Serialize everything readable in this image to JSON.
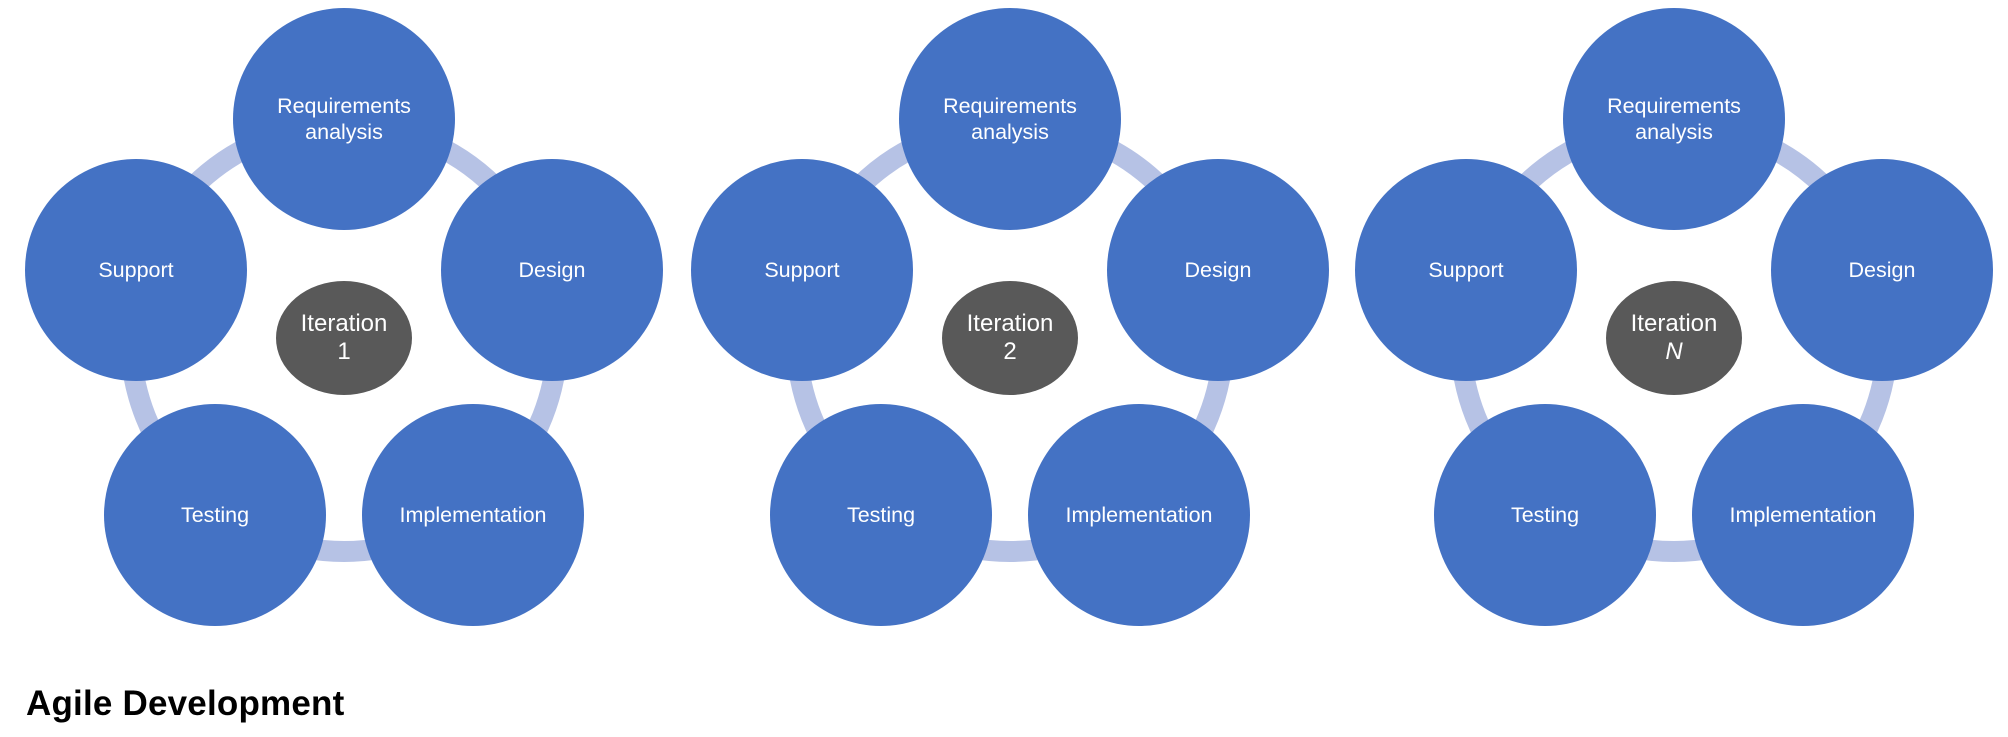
{
  "title": {
    "text": "Agile Development"
  },
  "colors": {
    "page_background": "#ffffff",
    "node_fill": "#4472c4",
    "ring": "#b6c2e5",
    "center_fill": "#595959",
    "label_text": "#ffffff",
    "title_text": "#000000"
  },
  "diagrams": [
    {
      "name": "iteration-1",
      "center": {
        "line1": "Iteration",
        "line2": "1",
        "line2_italic": false
      },
      "nodes": [
        {
          "label": "Requirements analysis"
        },
        {
          "label": "Design"
        },
        {
          "label": "Implementation"
        },
        {
          "label": "Testing"
        },
        {
          "label": "Support"
        }
      ]
    },
    {
      "name": "iteration-2",
      "center": {
        "line1": "Iteration",
        "line2": "2",
        "line2_italic": false
      },
      "nodes": [
        {
          "label": "Requirements analysis"
        },
        {
          "label": "Design"
        },
        {
          "label": "Implementation"
        },
        {
          "label": "Testing"
        },
        {
          "label": "Support"
        }
      ]
    },
    {
      "name": "iteration-n",
      "center": {
        "line1": "Iteration",
        "line2": "N",
        "line2_italic": true
      },
      "nodes": [
        {
          "label": "Requirements analysis"
        },
        {
          "label": "Design"
        },
        {
          "label": "Implementation"
        },
        {
          "label": "Testing"
        },
        {
          "label": "Support"
        }
      ]
    }
  ]
}
